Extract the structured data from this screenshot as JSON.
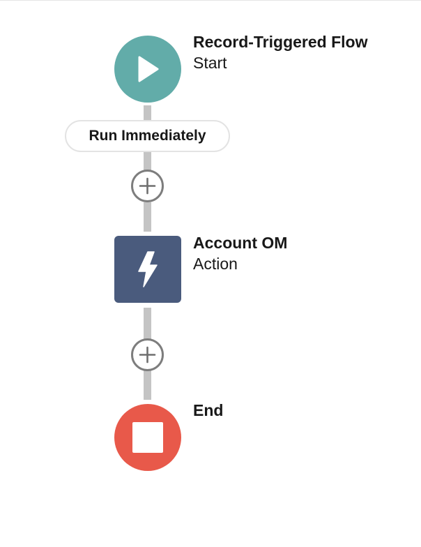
{
  "flow": {
    "start": {
      "title": "Record-Triggered Flow",
      "subtitle": "Start",
      "icon": "play-icon",
      "color": "#62aca9"
    },
    "run_path": {
      "label": "Run Immediately"
    },
    "action": {
      "title": "Account OM",
      "subtitle": "Action",
      "icon": "lightning-bolt-icon",
      "color": "#4a5b7d"
    },
    "end": {
      "title": "End",
      "icon": "stop-icon",
      "color": "#e8594a"
    },
    "add_element": {
      "icon": "plus-icon",
      "color": "#7d7d7d"
    },
    "connector_color": "#c4c4c4"
  }
}
